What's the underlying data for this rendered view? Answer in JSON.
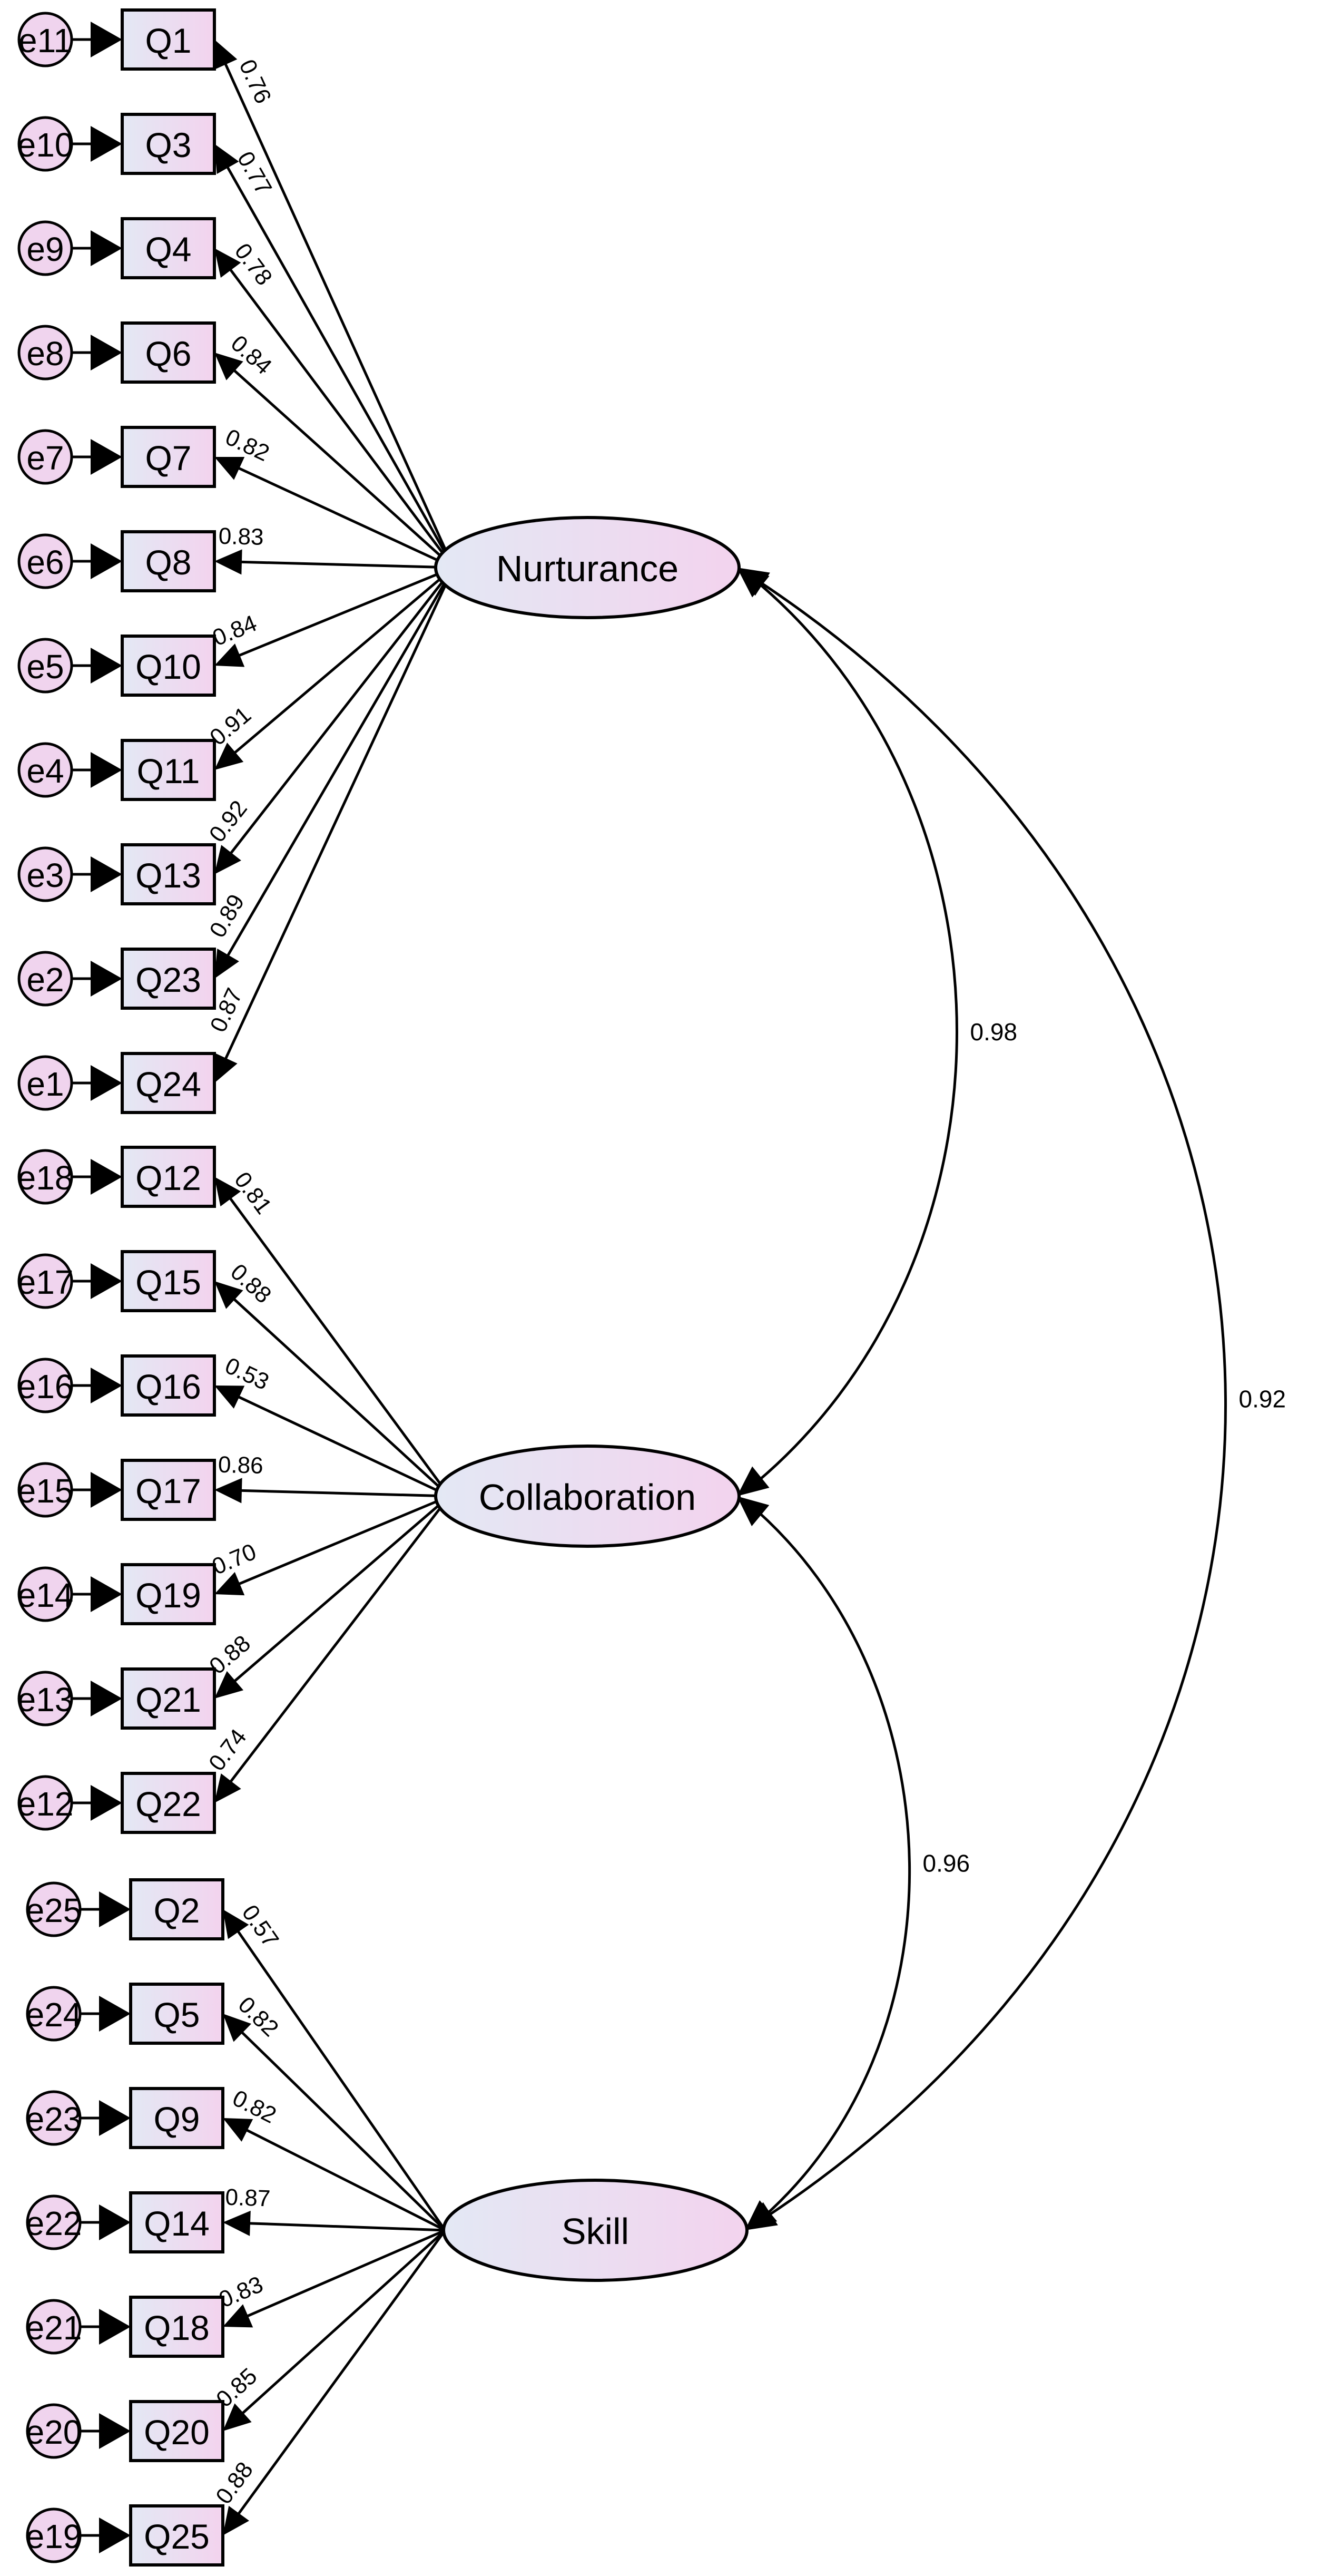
{
  "factors": [
    {
      "name": "Nurturance",
      "indicators": [
        {
          "item": "Q1",
          "error": "e11",
          "loading": "0.76"
        },
        {
          "item": "Q3",
          "error": "e10",
          "loading": "0.77"
        },
        {
          "item": "Q4",
          "error": "e9",
          "loading": "0.78"
        },
        {
          "item": "Q6",
          "error": "e8",
          "loading": "0.84"
        },
        {
          "item": "Q7",
          "error": "e7",
          "loading": "0.82"
        },
        {
          "item": "Q8",
          "error": "e6",
          "loading": "0.83"
        },
        {
          "item": "Q10",
          "error": "e5",
          "loading": "0.84"
        },
        {
          "item": "Q11",
          "error": "e4",
          "loading": "0.91"
        },
        {
          "item": "Q13",
          "error": "e3",
          "loading": "0.92"
        },
        {
          "item": "Q23",
          "error": "e2",
          "loading": "0.89"
        },
        {
          "item": "Q24",
          "error": "e1",
          "loading": "0.87"
        }
      ]
    },
    {
      "name": "Collaboration",
      "indicators": [
        {
          "item": "Q12",
          "error": "e18",
          "loading": "0.81"
        },
        {
          "item": "Q15",
          "error": "e17",
          "loading": "0.88"
        },
        {
          "item": "Q16",
          "error": "e16",
          "loading": "0.53"
        },
        {
          "item": "Q17",
          "error": "e15",
          "loading": "0.86"
        },
        {
          "item": "Q19",
          "error": "e14",
          "loading": "0.70"
        },
        {
          "item": "Q21",
          "error": "e13",
          "loading": "0.88"
        },
        {
          "item": "Q22",
          "error": "e12",
          "loading": "0.74"
        }
      ]
    },
    {
      "name": "Skill",
      "indicators": [
        {
          "item": "Q2",
          "error": "e25",
          "loading": "0.57"
        },
        {
          "item": "Q5",
          "error": "e24",
          "loading": "0.82"
        },
        {
          "item": "Q9",
          "error": "e23",
          "loading": "0.82"
        },
        {
          "item": "Q14",
          "error": "e22",
          "loading": "0.87"
        },
        {
          "item": "Q18",
          "error": "e21",
          "loading": "0.83"
        },
        {
          "item": "Q20",
          "error": "e20",
          "loading": "0.85"
        },
        {
          "item": "Q25",
          "error": "e19",
          "loading": "0.88"
        }
      ]
    }
  ],
  "correlations": [
    {
      "from": "Nurturance",
      "to": "Collaboration",
      "value": "0.98"
    },
    {
      "from": "Collaboration",
      "to": "Skill",
      "value": "0.96"
    },
    {
      "from": "Nurturance",
      "to": "Skill",
      "value": "0.92"
    }
  ],
  "colors": {
    "box_fill_start": "#e3e8f4",
    "box_fill_end": "#f3d3ee",
    "error_fill": "#f0d4ee",
    "stroke": "#000000"
  }
}
